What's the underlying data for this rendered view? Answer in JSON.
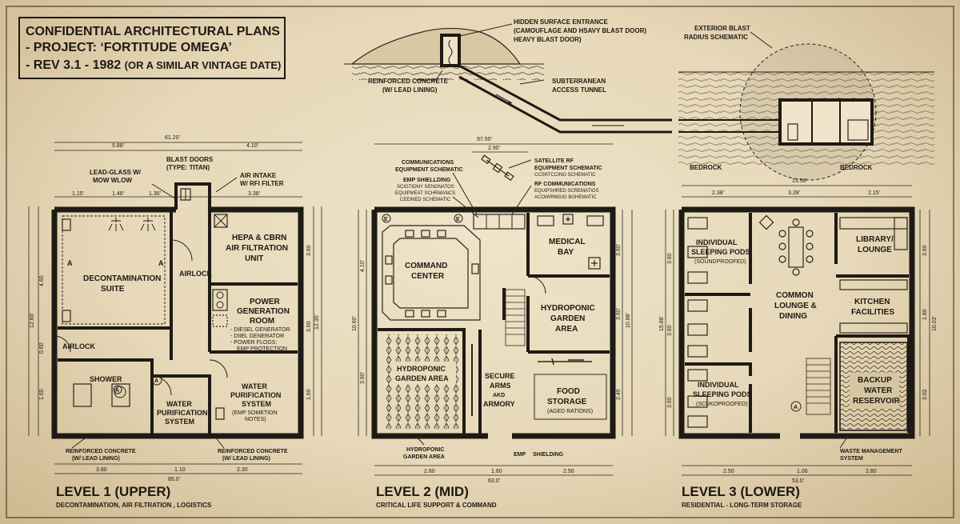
{
  "title_block": {
    "line1": "CONFIDENTIAL ARCHITECTURAL PLANS",
    "line2": "- PROJECT: ‘FORTITUDE OMEGA’",
    "line3_main": "- REV 3.1 - 1982",
    "line3_note": "(OR A SIMILAR VINTAGE DATE)"
  },
  "section": {
    "hidden_entrance_1": "HIDDEN SURFACE ENTRANCE",
    "hidden_entrance_2": "(CAMOUFLAGE AND HSAVY BLAST DOOR)",
    "hidden_entrance_3": "HEAVY BLAST DOOR)",
    "reinforced_1": "REINFORCED CONCRETE",
    "reinforced_2": "(W/ LEAD LINING)",
    "tunnel_1": "SUBTERRANEAN",
    "tunnel_2": "ACCESS TUNNEL",
    "blast_1": "EXTERIOR BLAST",
    "blast_2": "RADIUS SCHEMATIC",
    "bedrock_1": "BEDROCK",
    "bedrock_2": "BEDROCK"
  },
  "level1": {
    "overall_top": "61.20'",
    "dims_top": [
      "5.88'",
      "4.10'"
    ],
    "dims_sub": [
      "1.15'",
      "1.48'",
      "1.36'",
      "3.38'"
    ],
    "dims_bottom": [
      "3.80",
      "1.10",
      "2.30"
    ],
    "overall_bottom": "85.0'",
    "dims_left": [
      "4.60",
      "0.60",
      "1.60"
    ],
    "overall_left": "12.60'",
    "dims_right": [
      "3.60",
      "3.60",
      "1.60"
    ],
    "overall_right": "12.35'",
    "lead_glass_1": "LEAD-GLASS W/",
    "lead_glass_2": "MOW WLOW",
    "blast_doors_1": "BLAST DOORS",
    "blast_doors_2": "(TYPE: TITAN)",
    "air_intake_1": "AIR INTAKE",
    "air_intake_2": "W/ RFI FILTER",
    "decon_1": "DECONTAMINATION",
    "decon_2": "SUITE",
    "airlock_1": "AIRLOCK",
    "airlock_2": "AIRLOCK",
    "hepa_1": "HEPA & CBRN",
    "hepa_2": "AIR FILTRATION",
    "hepa_3": "UNIT",
    "power_1": "POWER",
    "power_2": "GENERATION",
    "power_3": "ROOM",
    "power_list_1": "- DIESEL GENERATOR",
    "power_list_2": "- DIIEL GENERATOR",
    "power_list_3": "- POWER FLOGS:",
    "power_list_4": "EMP PROTECTION",
    "shower": "SHOWER",
    "water_sys_1": "WATER",
    "water_sys_2": "PURIFICATION",
    "water_sys_3": "SYSTEM",
    "water_right_1": "WATER",
    "water_right_2": "PURIFICATION",
    "water_right_3": "SYSTEM",
    "water_right_4": "(EMP SOMETION",
    "water_right_5": "NOTES)",
    "rc_left_1": "REINFORCED CONCRETE",
    "rc_left_2": "(W/ LEAD LINING)",
    "rc_right_1": "REINFORCED CONCRETE",
    "rc_right_2": "(W/ LEAD LINING)",
    "label_a": "A",
    "caption": "LEVEL 1 (UPPER)",
    "subcaption": "DECONTAMINATION, AIR FILTRATION , LOGISTICS"
  },
  "level2": {
    "overall_top": "97.50'",
    "dim_sub": "2.90'",
    "dims_bottom": [
      "2.80",
      "1.60",
      "2.50"
    ],
    "overall_bottom": "63.0'",
    "dims_left": [
      "4.10'",
      "3.90'"
    ],
    "overall_left": "10.60'",
    "dims_right": [
      "3.60'",
      "3.60'",
      "2.40"
    ],
    "overall_right": "10.88'",
    "comm_1": "COMMUNICATIONS",
    "comm_2": "EQUIPMENT SCHEMATIC",
    "emp_1": "EMP SHIELLDING",
    "emp_2": "SCIGTIONY SENONATOS",
    "emp_3": "EQUIPMEAT SCHRMANCS",
    "emp_4": "CEEINED SCHEMATIC",
    "sat_1": "SATELLITE RF",
    "sat_2": "EQUIPMENT SCHEMATIC",
    "sat_3": "CCSRTCCING SCHEMATIC",
    "rf_1": "RF COMMUNICATIONS",
    "rf_2": "EQUIPSHRED SCREMATIOS",
    "rf_3": "ACOIWRMGIG BOHEMATIC",
    "command_1": "COMMAND",
    "command_2": "CENTER",
    "medical_1": "MEDICAL",
    "medical_2": "BAY",
    "hydro_right_1": "HYDROPONIC",
    "hydro_right_2": "GARDEN",
    "hydro_right_3": "AREA",
    "hydro_left_1": "HYDROPONIC",
    "hydro_left_2": "GARDEN AREA",
    "secure_1": "SECURE",
    "secure_2": "ARMS",
    "secure_3": "AKD",
    "secure_4": "ARMORY",
    "food_1": "FOOD",
    "food_2": "STORAGE",
    "food_3": "(AGED RATIONS)",
    "below_1": "HYDROPONIC",
    "below_2": "GARDEN AREA",
    "emp_label": "EMP",
    "shielding_label": "SHIELDING",
    "label_e": "E",
    "caption": "LEVEL 2 (MID)",
    "subcaption": "CRITICAL LIFE SUPPORT & COMMAND"
  },
  "level3": {
    "overall_top": "13.56'",
    "dims_top": [
      "2.38'",
      "3.28'",
      "2.15'"
    ],
    "dims_bottom": [
      "2.50",
      "1.00",
      "2.80"
    ],
    "overall_bottom": "53.0'",
    "dims_left": [
      "3.80",
      "3.80",
      "3.60"
    ],
    "overall_left": "15.88'",
    "dims_right": [
      "3.60",
      "1.80",
      "3.02"
    ],
    "overall_right": "10.03'",
    "pods_top_1": "INDIVIDUAL",
    "pods_top_2": "SLEEPING PODS",
    "pods_top_3": "(SOUNDPROOFED)",
    "common_1": "COMMON",
    "common_2": "LOUNGE &",
    "common_3": "DINING",
    "library_1": "LIBRARY/",
    "library_2": "LOUNGE",
    "kitchen_1": "KITCHEN",
    "kitchen_2": "FACILITIES",
    "pods_bot_1": "INDIVIDUAL",
    "pods_bot_2": "SLEEPING PODS",
    "pods_bot_3": "(SCUKOPROOFEO)",
    "backup_1": "BACKUP",
    "backup_2": "WATER",
    "backup_3": "RESERVOIR",
    "waste_1": "WASTE MANAGEMENT",
    "waste_2": "SYSTEM",
    "label_a": "A",
    "caption": "LEVEL 3 (LOWER)",
    "subcaption": "RESIDENTIAL - LONG-TERM STORAGE"
  }
}
